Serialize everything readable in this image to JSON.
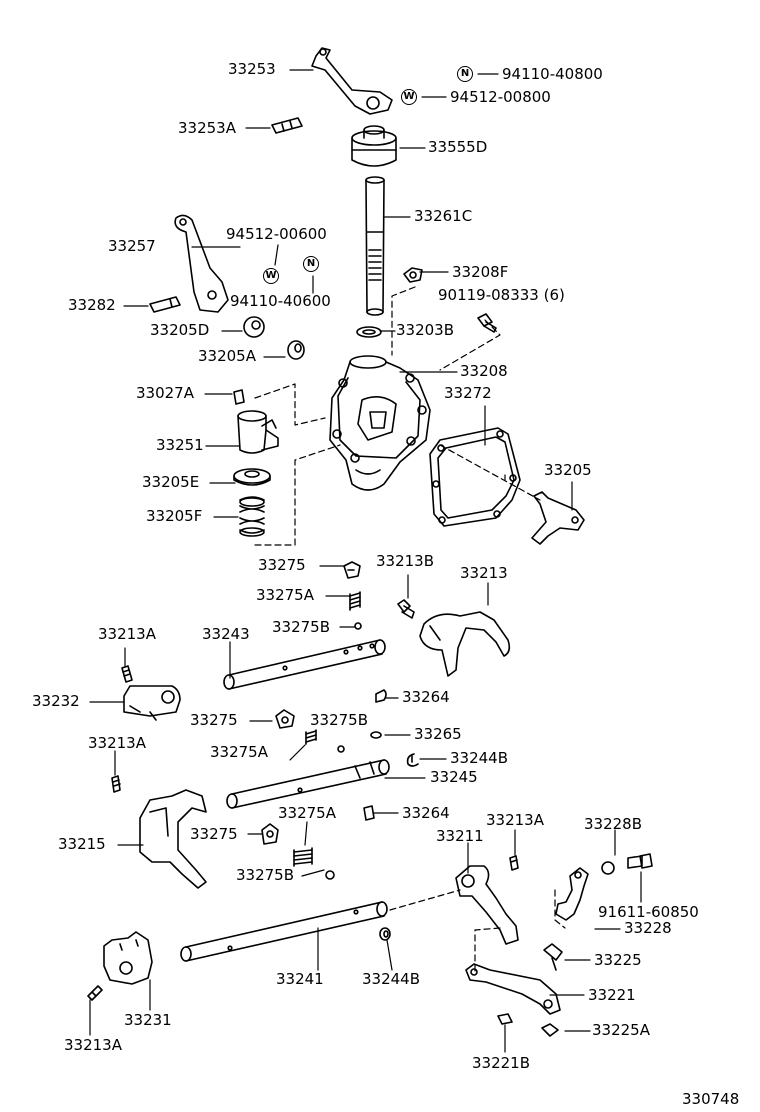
{
  "diagram": {
    "figure_id": "330748",
    "parts": {
      "p33253": "33253",
      "p94110_40800": "94110-40800",
      "p94512_00800": "94512-00800",
      "p33253A": "33253A",
      "p33555D": "33555D",
      "p33261C": "33261C",
      "p33257": "33257",
      "p94512_00600": "94512-00600",
      "p94110_40600": "94110-40600",
      "p33208F": "33208F",
      "p90119_08333": "90119-08333 (6)",
      "p33282": "33282",
      "p33205D": "33205D",
      "p33203B": "33203B",
      "p33205A": "33205A",
      "p33208": "33208",
      "p33027A": "33027A",
      "p33272": "33272",
      "p33251": "33251",
      "p33205E": "33205E",
      "p33205": "33205",
      "p33205F": "33205F",
      "p33275_a": "33275",
      "p33213B": "33213B",
      "p33213": "33213",
      "p33275A_a": "33275A",
      "p33275B_a": "33275B",
      "p33213A_a": "33213A",
      "p33243": "33243",
      "p33232": "33232",
      "p33264_a": "33264",
      "p33275_b": "33275",
      "p33275B_b": "33275B",
      "p33265": "33265",
      "p33275A_b": "33275A",
      "p33244B_a": "33244B",
      "p33213A_b": "33213A",
      "p33245": "33245",
      "p33275A_c": "33275A",
      "p33264_b": "33264",
      "p33213A_c": "33213A",
      "p33228B": "33228B",
      "p33215": "33215",
      "p33275_c": "33275",
      "p33211": "33211",
      "p33275B_c": "33275B",
      "p91611_60850": "91611-60850",
      "p33228": "33228",
      "p33241": "33241",
      "p33244B_b": "33244B",
      "p33225": "33225",
      "p33221": "33221",
      "p33231": "33231",
      "p33213A_d": "33213A",
      "p33225A": "33225A",
      "p33221B": "33221B"
    },
    "symbols": {
      "nut_symbol": "N",
      "washer_symbol": "W"
    }
  }
}
